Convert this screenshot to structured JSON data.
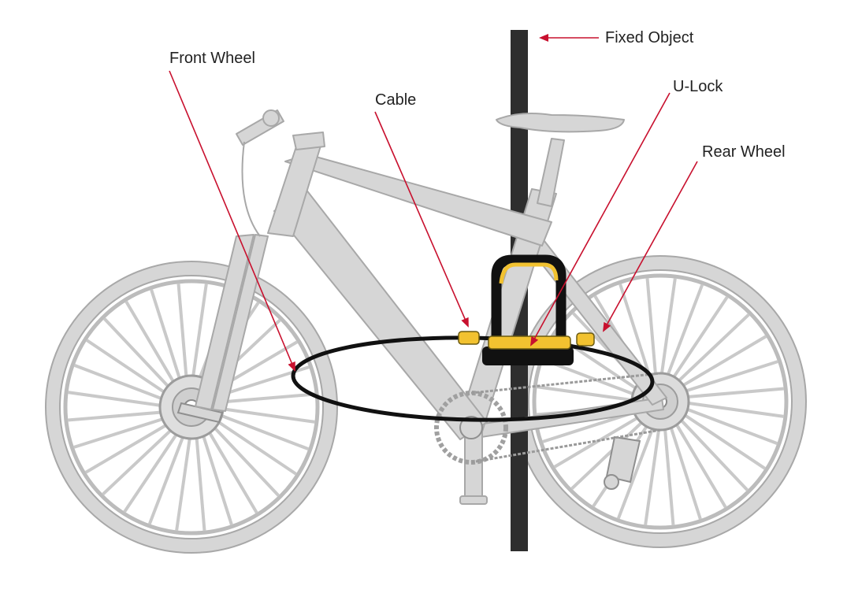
{
  "labels": {
    "front_wheel": "Front Wheel",
    "cable": "Cable",
    "fixed_object": "Fixed Object",
    "u_lock": "U-Lock",
    "rear_wheel": "Rear Wheel"
  },
  "colors": {
    "bike_fill": "#d6d6d6",
    "bike_stroke": "#a8a8a8",
    "pole": "#2e2e2e",
    "lock_yellow": "#f2c230",
    "lock_black": "#111111",
    "arrow": "#c8102e",
    "text": "#222222"
  }
}
